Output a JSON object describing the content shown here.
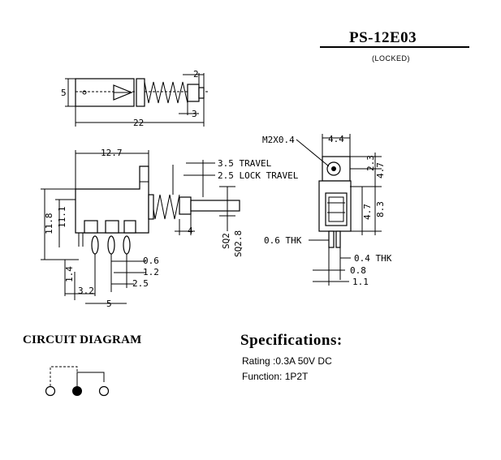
{
  "header": {
    "title": "PS-12E03",
    "subtitle": "(LOCKED)"
  },
  "dimensions": {
    "top_view": {
      "height": "5",
      "tip": "2",
      "spring": "3",
      "length": "22"
    },
    "side_view": {
      "width": "12.7",
      "travel": "3.5 TRAVEL",
      "lock_travel": "2.5 LOCK TRAVEL",
      "plunger": "4",
      "h_outer": "11.8",
      "h_inner": "11.1",
      "sq2": "SQ2",
      "sq28": "SQ2.8",
      "pin_06": "0.6",
      "pin_12": "1.2",
      "pin_25": "2.5",
      "pin_14": "1.4",
      "pin_32": "3.2",
      "pin_5": "5"
    },
    "end_view": {
      "screw": "M2X0.4",
      "w44": "4.4",
      "h23": "2.3",
      "h47a": "4.7",
      "h83": "8.3",
      "h47b": "4.7",
      "thk06": "0.6 THK",
      "thk04": "0.4 THK",
      "d08": "0.8",
      "d11": "1.1"
    }
  },
  "circuit": {
    "title": "CIRCUIT DIAGRAM"
  },
  "specs": {
    "title": "Specifications:",
    "rating": "Rating :0.3A 50V DC",
    "function": "Function: 1P2T"
  }
}
